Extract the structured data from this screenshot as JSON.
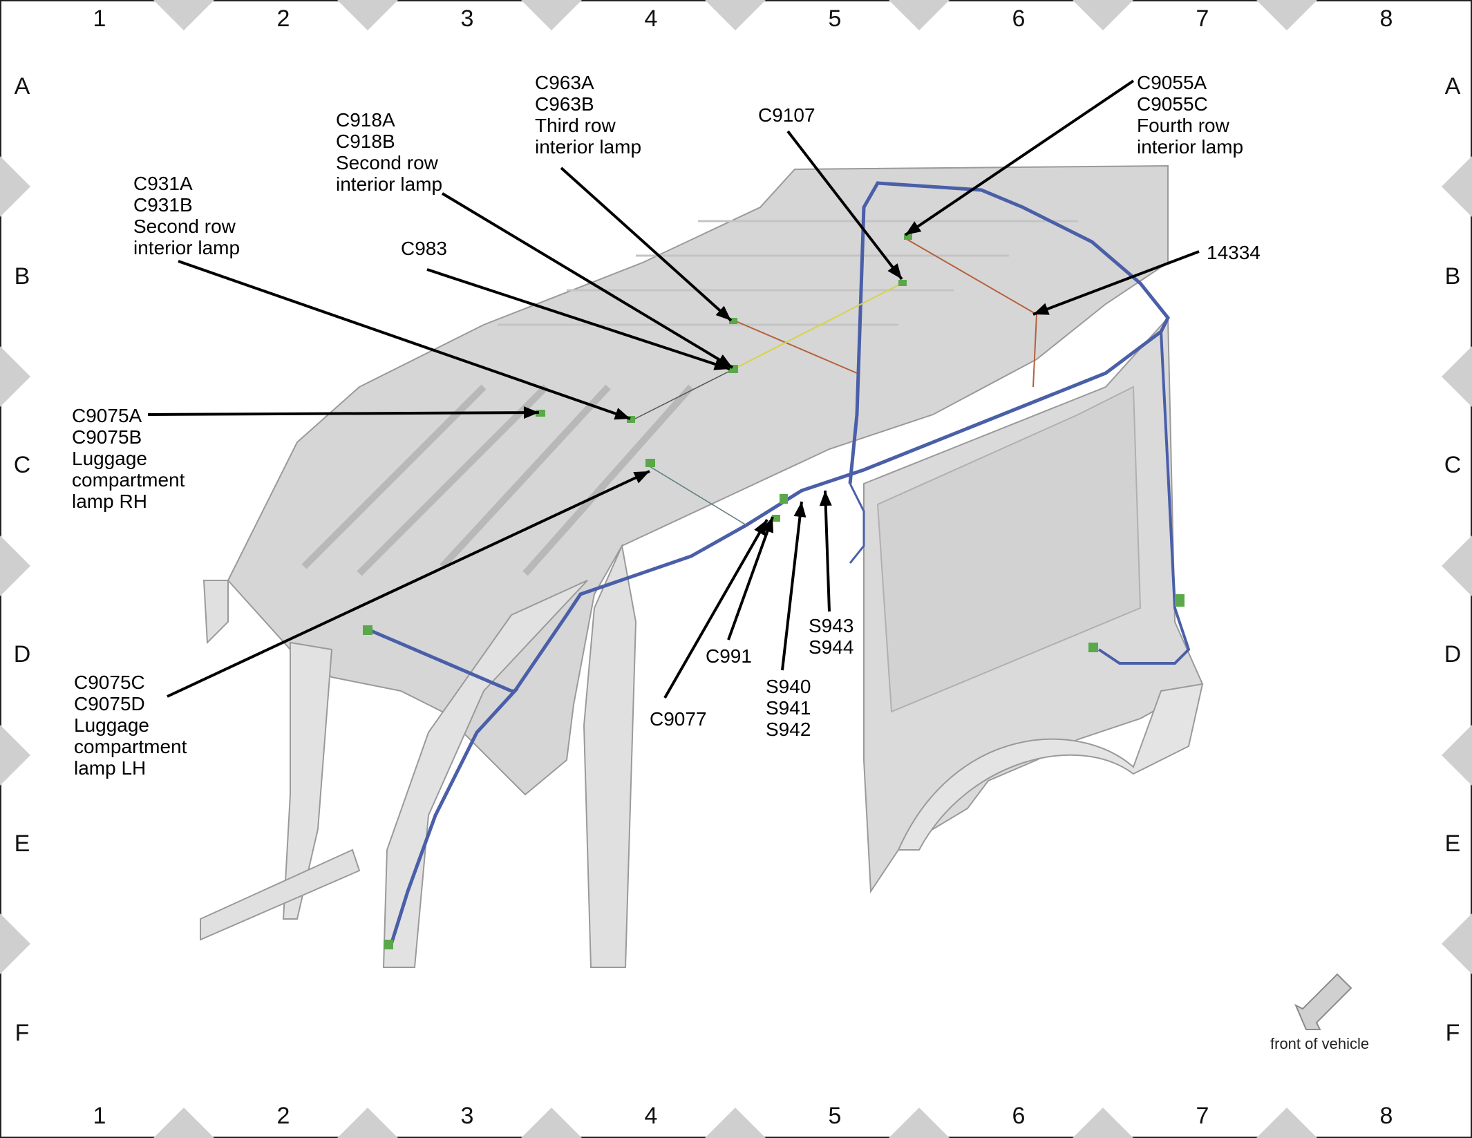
{
  "grid": {
    "columns": [
      "1",
      "2",
      "3",
      "4",
      "5",
      "6",
      "7",
      "8"
    ],
    "rows": [
      "A",
      "B",
      "C",
      "D",
      "E",
      "F"
    ]
  },
  "callouts": {
    "c963": [
      "C963A",
      "C963B",
      "Third row",
      "interior lamp"
    ],
    "c918": [
      "C918A",
      "C918B",
      "Second row",
      "interior lamp"
    ],
    "c931": [
      "C931A",
      "C931B",
      "Second row",
      "interior lamp"
    ],
    "c983": [
      "C983"
    ],
    "c9107": [
      "C9107"
    ],
    "c9055": [
      "C9055A",
      "C9055C",
      "Fourth row",
      "interior lamp"
    ],
    "p14334": [
      "14334"
    ],
    "c9075ab": [
      "C9075A",
      "C9075B",
      "Luggage",
      "compartment",
      "lamp RH"
    ],
    "c9075cd": [
      "C9075C",
      "C9075D",
      "Luggage",
      "compartment",
      "lamp LH"
    ],
    "c991": [
      "C991"
    ],
    "c9077": [
      "C9077"
    ],
    "s943": [
      "S943",
      "S944"
    ],
    "s940": [
      "S940",
      "S941",
      "S942"
    ]
  },
  "front_indicator": {
    "label": "front of vehicle",
    "icon": "arrow-icon"
  },
  "colors": {
    "harness": "#4a5fa8",
    "body": "#d4d4d4",
    "body_edge": "#9a9a9a",
    "frame_diamond": "#cfcfcf",
    "connector": "#5aa84a",
    "wire_red": "#b5603a",
    "wire_yellow": "#d8d24a"
  }
}
